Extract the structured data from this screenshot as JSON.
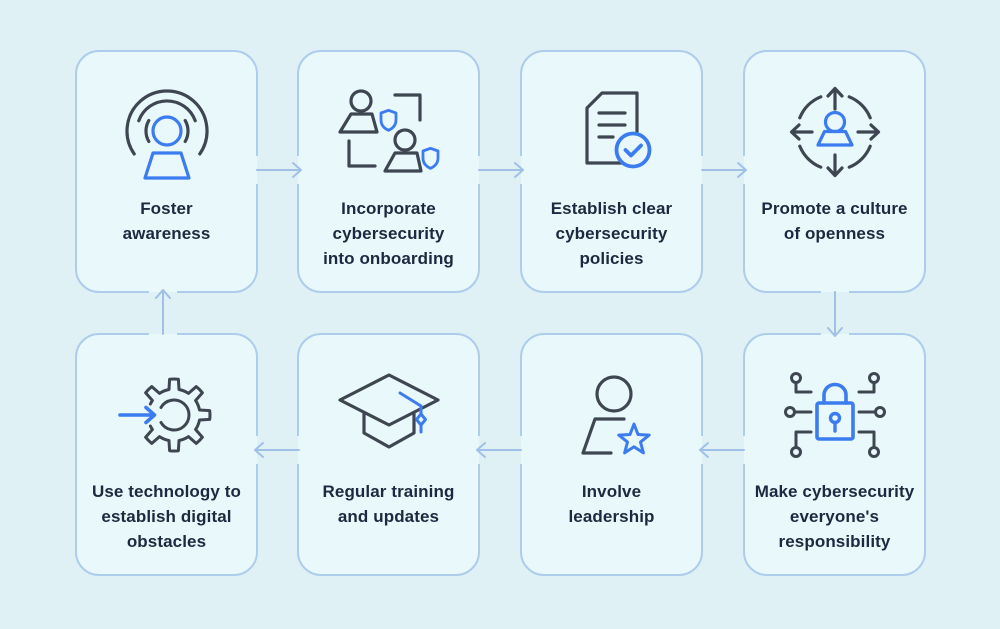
{
  "diagram_title": "",
  "palette": {
    "bg": "#dff1f4",
    "card": "#e9f8fa",
    "border": "#aecdec",
    "connector": "#a0c0e8",
    "dark": "#3e4651",
    "blue": "#3b7cf0",
    "text": "#1c2940"
  },
  "cards": [
    {
      "id": "foster-awareness",
      "label": "Foster\nawareness",
      "icon": "awareness-broadcast-icon"
    },
    {
      "id": "onboarding",
      "label": "Incorporate\ncybersecurity\ninto onboarding",
      "icon": "people-shields-icon"
    },
    {
      "id": "policies",
      "label": "Establish clear\ncybersecurity\npolicies",
      "icon": "document-check-icon"
    },
    {
      "id": "openness",
      "label": "Promote a culture\nof openness",
      "icon": "person-arrows-icon"
    },
    {
      "id": "responsibility",
      "label": "Make cybersecurity\neveryone's\nresponsibility",
      "icon": "lock-circuit-icon"
    },
    {
      "id": "leadership",
      "label": "Involve\nleadership",
      "icon": "person-star-icon"
    },
    {
      "id": "training",
      "label": "Regular training\nand updates",
      "icon": "graduation-cap-icon"
    },
    {
      "id": "technology",
      "label": "Use technology to\nestablish digital\nobstacles",
      "icon": "gear-arrow-icon"
    }
  ],
  "connectors": [
    {
      "from": "foster-awareness",
      "to": "onboarding",
      "direction": "right"
    },
    {
      "from": "onboarding",
      "to": "policies",
      "direction": "right"
    },
    {
      "from": "policies",
      "to": "openness",
      "direction": "right"
    },
    {
      "from": "openness",
      "to": "responsibility",
      "direction": "down"
    },
    {
      "from": "responsibility",
      "to": "leadership",
      "direction": "left"
    },
    {
      "from": "leadership",
      "to": "training",
      "direction": "left"
    },
    {
      "from": "training",
      "to": "technology",
      "direction": "left"
    },
    {
      "from": "technology",
      "to": "foster-awareness",
      "direction": "up"
    }
  ]
}
